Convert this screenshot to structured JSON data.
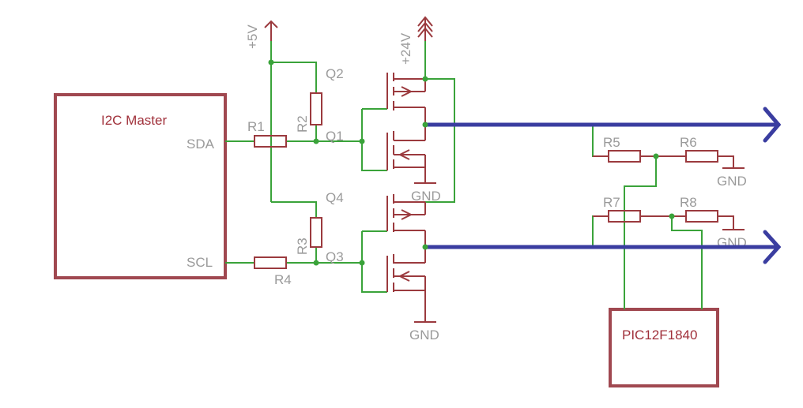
{
  "blocks": {
    "master": "I2C Master",
    "pic": "PIC12F1840"
  },
  "pins": {
    "sda": "SDA",
    "scl": "SCL"
  },
  "supplies": {
    "v5": "+5V",
    "v24": "+24V"
  },
  "parts": {
    "r1": "R1",
    "r2": "R2",
    "r3": "R3",
    "r4": "R4",
    "r5": "R5",
    "r6": "R6",
    "r7": "R7",
    "r8": "R8",
    "q1": "Q1",
    "q2": "Q2",
    "q3": "Q3",
    "q4": "Q4"
  },
  "grounds": {
    "gnd_q12": "GND",
    "gnd_q34": "GND",
    "gnd_r6": "GND",
    "gnd_r8": "GND"
  },
  "colors": {
    "wire": "#3aa33a",
    "component": "#9b3a3e",
    "bus": "#3a3da0",
    "label": "#9a9a9a"
  }
}
